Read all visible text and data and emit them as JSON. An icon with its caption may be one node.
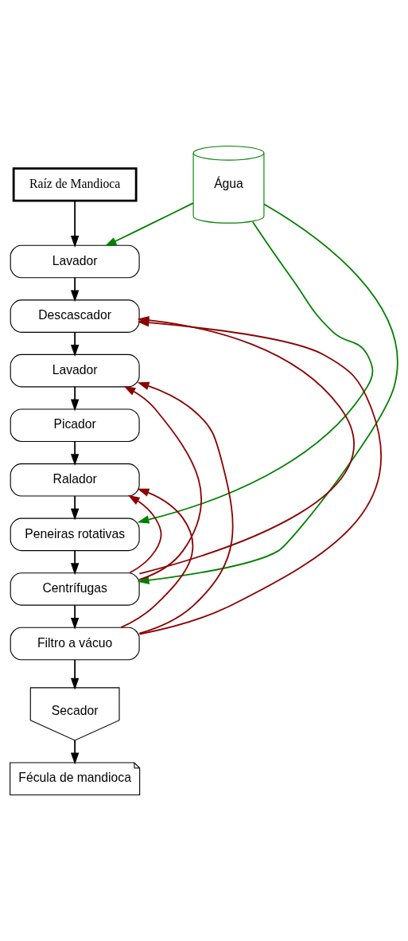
{
  "diagram": {
    "nodes": [
      {
        "text": [
          "Raíz de Mandioca"
        ]
      },
      {
        "text": [
          "Água"
        ]
      },
      {
        "text": [
          "Lavador"
        ]
      },
      {
        "text": [
          "Descascador"
        ]
      },
      {
        "text": [
          "Lavador"
        ]
      },
      {
        "text": [
          "Picador"
        ]
      },
      {
        "text": [
          "Ralador"
        ]
      },
      {
        "text": [
          "Peneiras rotativas"
        ]
      },
      {
        "text": [
          "Centrífugas"
        ]
      },
      {
        "text": [
          "Filtro a vácuo"
        ]
      },
      {
        "text": [
          "Secador"
        ]
      },
      {
        "text": [
          "Fécula de mandioca"
        ]
      }
    ],
    "edges": [
      {
        "from": 0,
        "to": 2,
        "arrow": "to"
      },
      {
        "from": 1,
        "to": 2,
        "arrow": "to",
        "color": "#008000"
      },
      {
        "from": 2,
        "to": 3,
        "arrow": "to"
      },
      {
        "from": 8,
        "to": 3,
        "arrow": "to",
        "color": "#8b0000"
      },
      {
        "from": 9,
        "to": 3,
        "arrow": "to",
        "color": "#8b0000"
      },
      {
        "from": 3,
        "to": 4,
        "arrow": "to"
      },
      {
        "from": 8,
        "to": 4,
        "arrow": "to",
        "color": "#8b0000"
      },
      {
        "from": 9,
        "to": 4,
        "arrow": "to",
        "color": "#8b0000"
      },
      {
        "from": 4,
        "to": 5,
        "arrow": "to"
      },
      {
        "from": 5,
        "to": 6,
        "arrow": "to"
      },
      {
        "from": 8,
        "to": 6,
        "arrow": "to",
        "color": "#8b0000"
      },
      {
        "from": 9,
        "to": 6,
        "arrow": "to",
        "color": "#8b0000"
      },
      {
        "from": 6,
        "to": 7,
        "arrow": "to"
      },
      {
        "from": 1,
        "to": 7,
        "arrow": "to",
        "color": "#008000"
      },
      {
        "from": 1,
        "to": 8,
        "arrow": "to",
        "color": "#008000"
      },
      {
        "from": 7,
        "to": 8,
        "arrow": "to"
      },
      {
        "from": 8,
        "to": 9,
        "arrow": "to"
      },
      {
        "from": 9,
        "to": 10,
        "arrow": "to"
      },
      {
        "from": 10,
        "to": 11,
        "arrow": "to"
      }
    ]
  }
}
